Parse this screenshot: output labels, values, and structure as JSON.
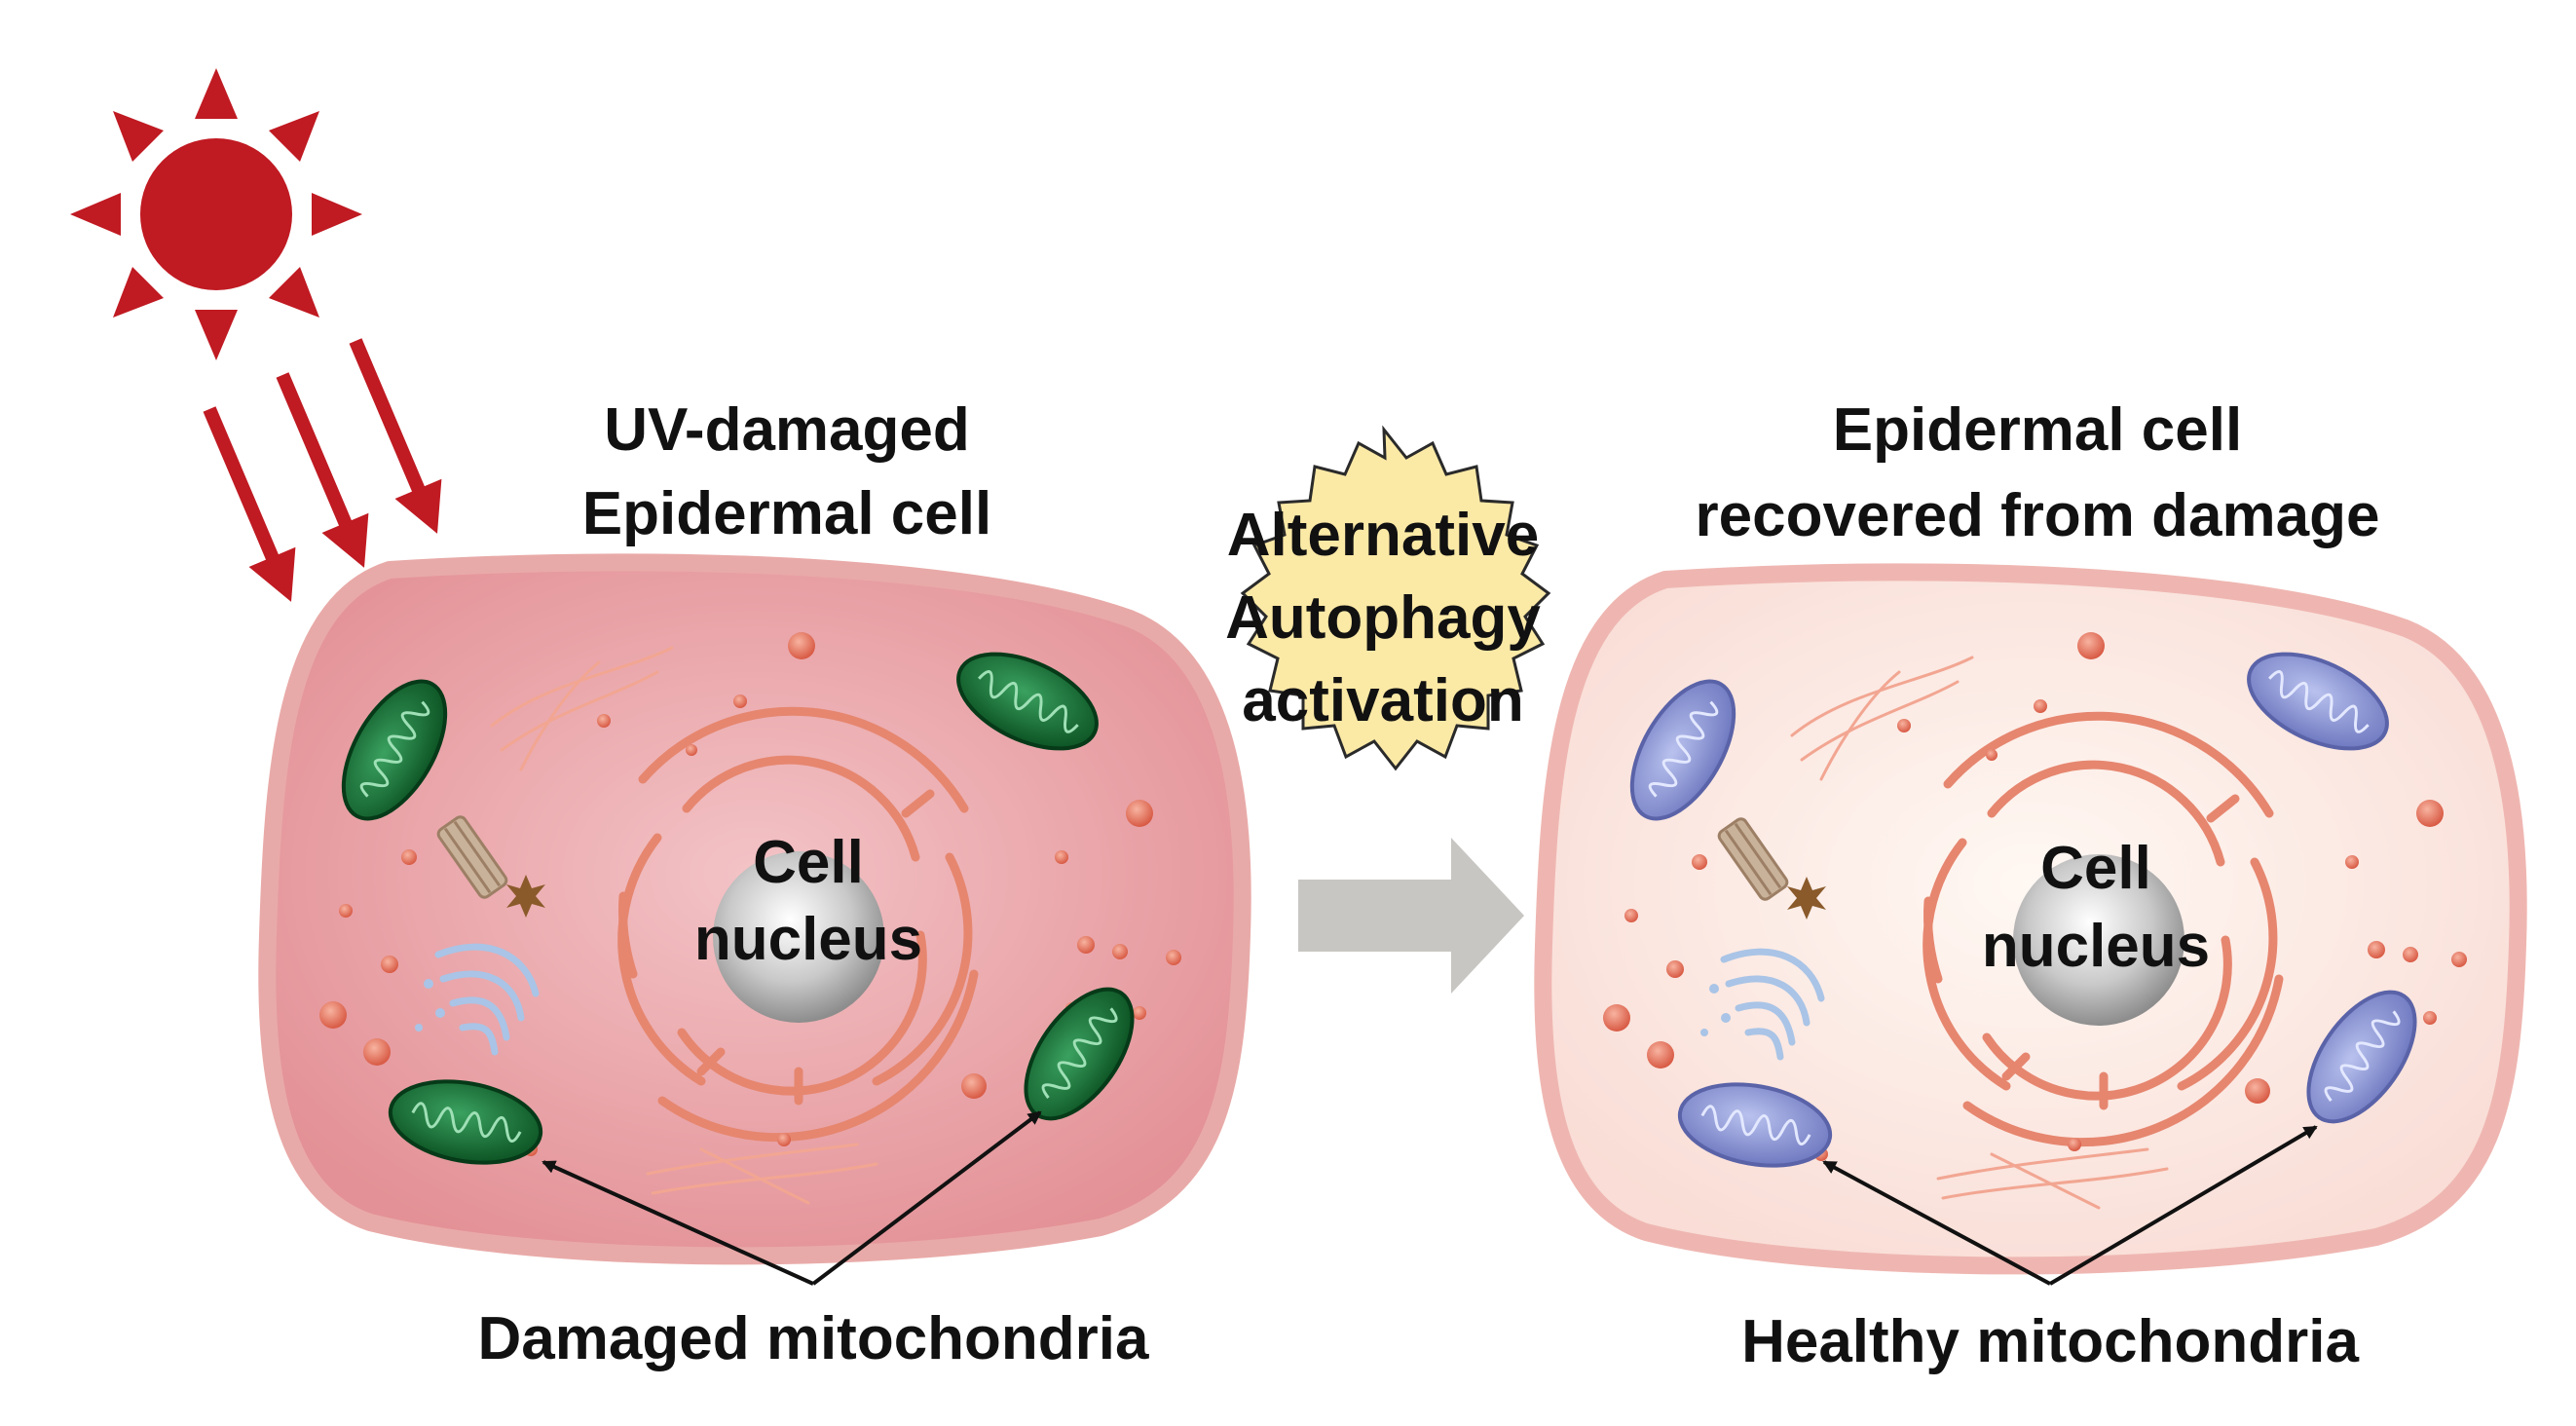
{
  "left_cell": {
    "title_line1": "UV-damaged",
    "title_line2": "Epidermal cell",
    "nucleus_line1": "Cell",
    "nucleus_line2": "nucleus",
    "pointer_label": "Damaged mitochondria"
  },
  "right_cell": {
    "title_line1": "Epidermal cell",
    "title_line2": "recovered from damage",
    "nucleus_line1": "Cell",
    "nucleus_line2": "nucleus",
    "pointer_label": "Healthy mitochondria"
  },
  "burst": {
    "line1": "Alternative",
    "line2": "Autophagy",
    "line3": "activation"
  },
  "icons": {
    "uv_source": "sun-icon",
    "uv_rays": "uv-ray-arrow-icons",
    "transition": "right-arrow-icon"
  },
  "colors": {
    "sun": "#c01a22",
    "damaged_cell_fill": "#e9a1a6",
    "healthy_cell_fill": "#fbe8e2",
    "cell_border": "#e8aaa8",
    "damaged_mito": "#0f6a2c",
    "healthy_mito": "#7d88cc",
    "burst_fill": "#fbe9a6",
    "transition_arrow": "#c8c6c2",
    "organelle": "#e6866f"
  }
}
